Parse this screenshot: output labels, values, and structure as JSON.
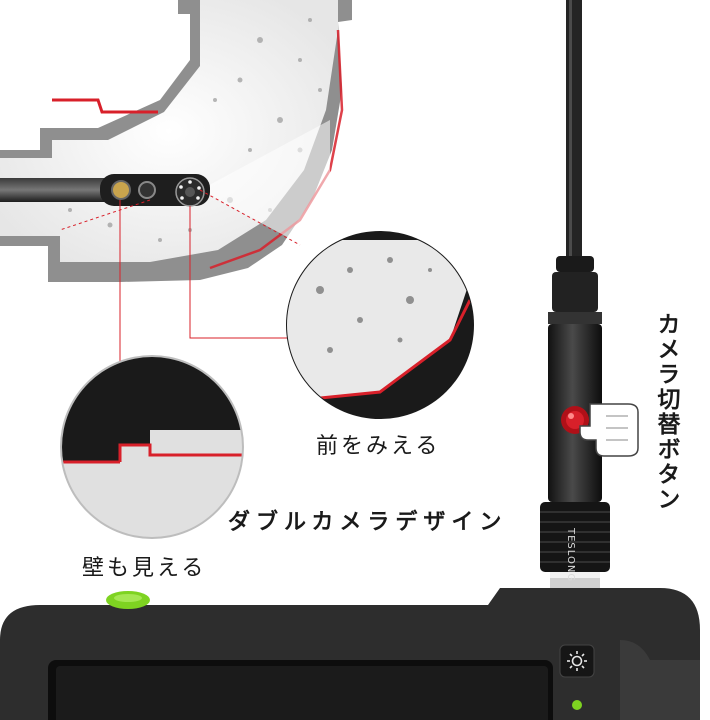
{
  "labels": {
    "front_view": "前をみえる",
    "wall_view": "壁も見える",
    "dual_camera": "ダブルカメラデザイン",
    "camera_switch": "カメラ切替ボタン"
  },
  "product": {
    "brand": "TESLONG"
  },
  "icons": {
    "brightness": "sun-icon",
    "power": "power-indicator-icon",
    "hand": "pointing-hand-icon"
  },
  "colors": {
    "accent_red": "#d8202a",
    "pipe_gray": "#8a8a8a",
    "pipe_light": "#d9d9d9",
    "device_black": "#2b2b2b",
    "indicator_green": "#7ed321"
  }
}
